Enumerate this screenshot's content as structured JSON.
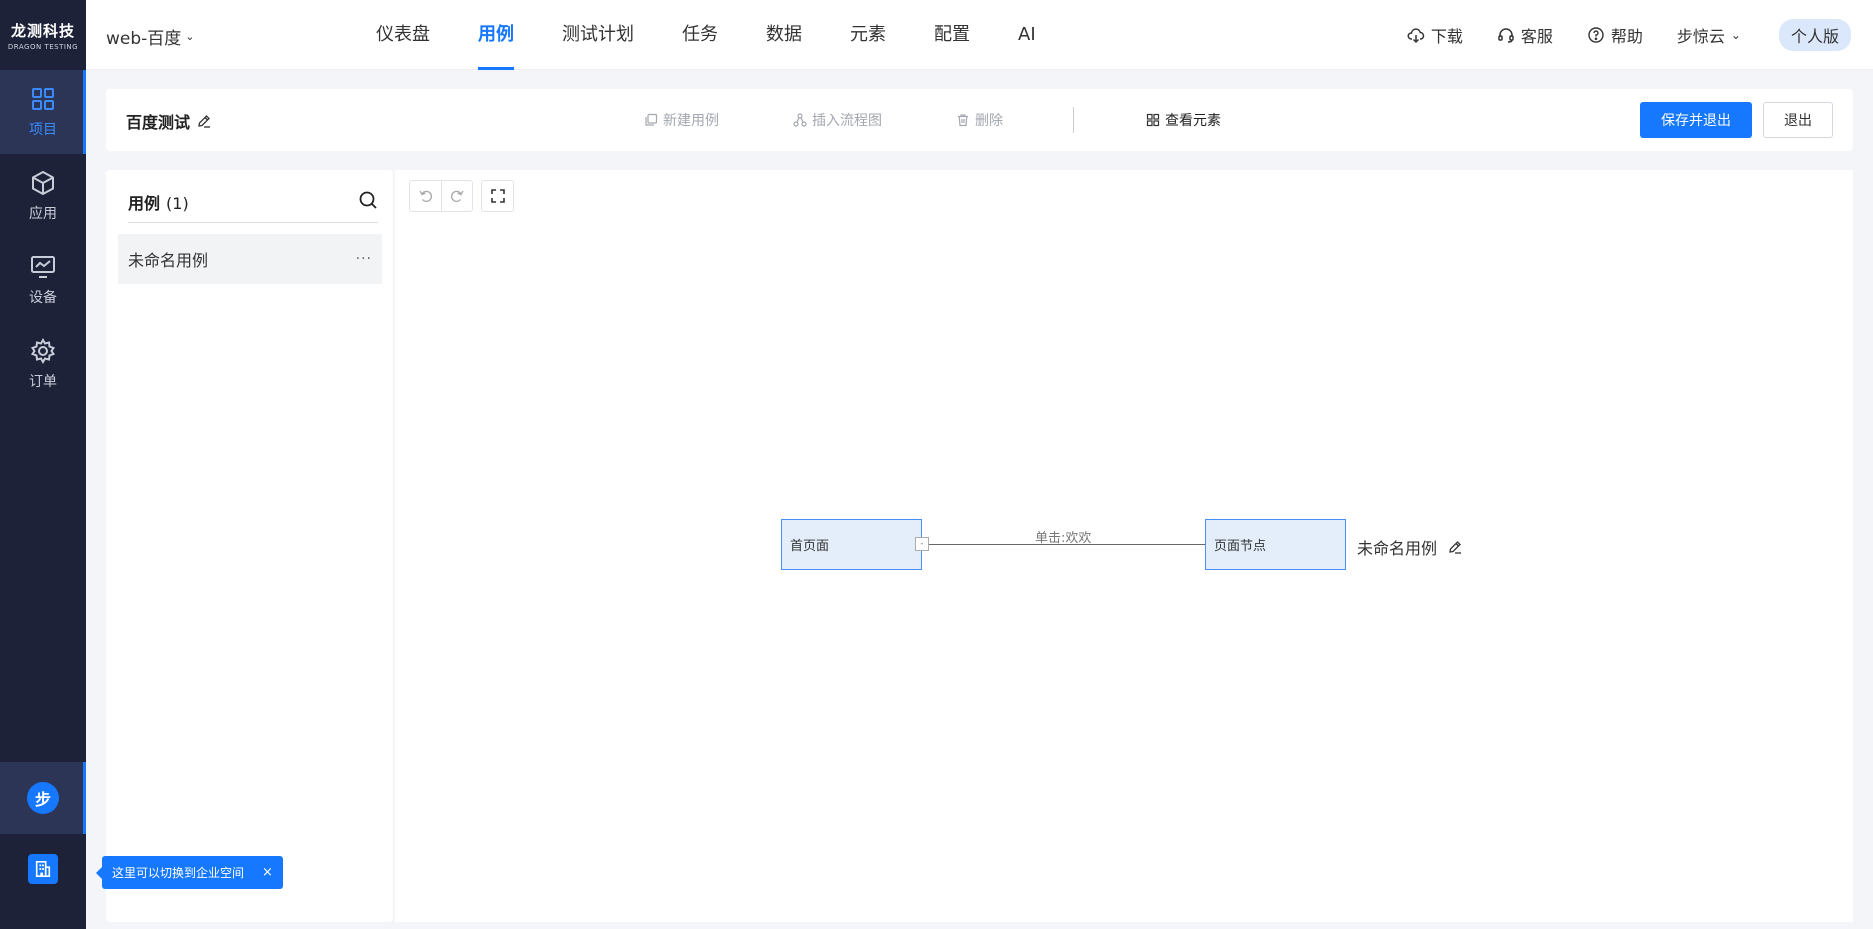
{
  "logo": {
    "line1": "龙测科技",
    "line2": "DRAGON TESTING"
  },
  "sidebar": {
    "items": [
      {
        "label": "项目",
        "icon": "grid-icon",
        "active": true
      },
      {
        "label": "应用",
        "icon": "box-icon",
        "active": false
      },
      {
        "label": "设备",
        "icon": "monitor-icon",
        "active": false
      },
      {
        "label": "订单",
        "icon": "gear-icon",
        "active": false
      }
    ],
    "user_avatar": "步",
    "enterprise_icon": "building-icon"
  },
  "header": {
    "project": "web-百度",
    "tabs": [
      {
        "label": "仪表盘",
        "active": false
      },
      {
        "label": "用例",
        "active": true
      },
      {
        "label": "测试计划",
        "active": false
      },
      {
        "label": "任务",
        "active": false
      },
      {
        "label": "数据",
        "active": false
      },
      {
        "label": "元素",
        "active": false
      },
      {
        "label": "配置",
        "active": false
      },
      {
        "label": "AI",
        "active": false
      }
    ],
    "download": "下载",
    "service": "客服",
    "help": "帮助",
    "user": "步惊云",
    "plan": "个人版"
  },
  "toolbar": {
    "title": "百度测试",
    "new_case": "新建用例",
    "insert_flow": "插入流程图",
    "delete": "删除",
    "view_elements": "查看元素",
    "save_exit": "保存并退出",
    "exit": "退出"
  },
  "case_panel": {
    "title": "用例",
    "count": "(1)",
    "items": [
      {
        "label": "未命名用例",
        "more": "···"
      }
    ]
  },
  "canvas": {
    "node_a": "首页面",
    "node_b": "页面节点",
    "collapse": "-",
    "edge_label": "单击:欢欢",
    "flow_name": "未命名用例"
  },
  "tooltip": {
    "text": "这里可以切换到企业空间",
    "close": "×"
  },
  "colors": {
    "primary": "#1677ff",
    "sidebar_bg": "#1e2238",
    "node_bg": "#e4eefb",
    "node_border": "#4a8ff7"
  }
}
